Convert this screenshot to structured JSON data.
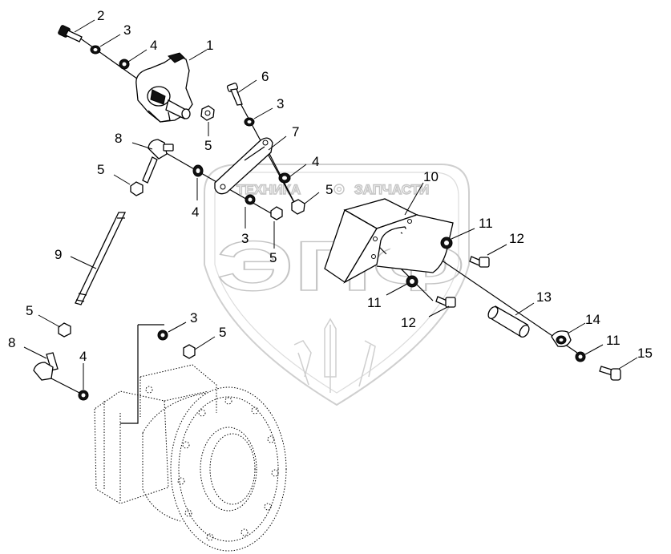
{
  "watermark": {
    "top_left": "ТЕХНИКА",
    "top_right": "ЗАПЧАСТИ",
    "logo": "ЭПФ"
  },
  "callouts": [
    {
      "id": "c1",
      "text": "1"
    },
    {
      "id": "c2",
      "text": "2"
    },
    {
      "id": "c3a",
      "text": "3"
    },
    {
      "id": "c4a",
      "text": "4"
    },
    {
      "id": "c5a",
      "text": "5"
    },
    {
      "id": "c6",
      "text": "6"
    },
    {
      "id": "c3b",
      "text": "3"
    },
    {
      "id": "c7",
      "text": "7"
    },
    {
      "id": "c8a",
      "text": "8"
    },
    {
      "id": "c5b",
      "text": "5"
    },
    {
      "id": "c4b",
      "text": "4"
    },
    {
      "id": "c4c",
      "text": "4"
    },
    {
      "id": "c5c",
      "text": "5"
    },
    {
      "id": "c3c",
      "text": "3"
    },
    {
      "id": "c5d",
      "text": "5"
    },
    {
      "id": "c10",
      "text": "10"
    },
    {
      "id": "c11a",
      "text": "11"
    },
    {
      "id": "c12a",
      "text": "12"
    },
    {
      "id": "c9",
      "text": "9"
    },
    {
      "id": "c11b",
      "text": "11"
    },
    {
      "id": "c12b",
      "text": "12"
    },
    {
      "id": "c13",
      "text": "13"
    },
    {
      "id": "c5e",
      "text": "5"
    },
    {
      "id": "c3d",
      "text": "3"
    },
    {
      "id": "c5f",
      "text": "5"
    },
    {
      "id": "c14",
      "text": "14"
    },
    {
      "id": "c11c",
      "text": "11"
    },
    {
      "id": "c15",
      "text": "15"
    },
    {
      "id": "c8b",
      "text": "8"
    },
    {
      "id": "c4d",
      "text": "4"
    }
  ]
}
